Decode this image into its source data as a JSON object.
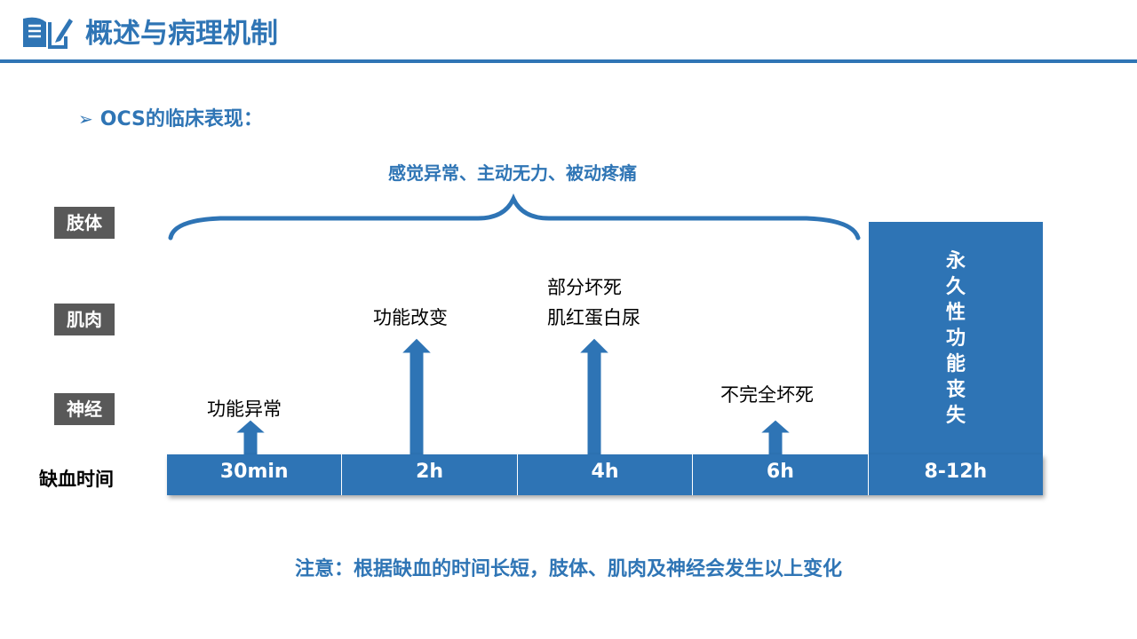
{
  "header": {
    "title": "概述与病理机制",
    "icon": "book-pen-icon"
  },
  "section": {
    "bullet": "➢",
    "title": "OCS的临床表现："
  },
  "rows": {
    "limb": "肢体",
    "muscle": "肌肉",
    "nerve": "神经",
    "time": "缺血时间"
  },
  "limb_symptoms": "感觉异常、主动无力、被动疼痛",
  "timeline": [
    "30min",
    "2h",
    "4h",
    "6h",
    "8-12h"
  ],
  "events": {
    "nerve_dysfunction": "功能异常",
    "muscle_change": "功能改变",
    "muscle_necrosis": [
      "部分坏死",
      "肌红蛋白尿"
    ],
    "nerve_necrosis": "不完全坏死",
    "permanent": [
      "永",
      "久",
      "性",
      "功",
      "能",
      "丧",
      "失"
    ]
  },
  "note": "注意：根据缺血的时间长短，肢体、肌肉及神经会发生以上变化",
  "colors": {
    "accent": "#2e74b5",
    "label_bg": "#595959"
  }
}
